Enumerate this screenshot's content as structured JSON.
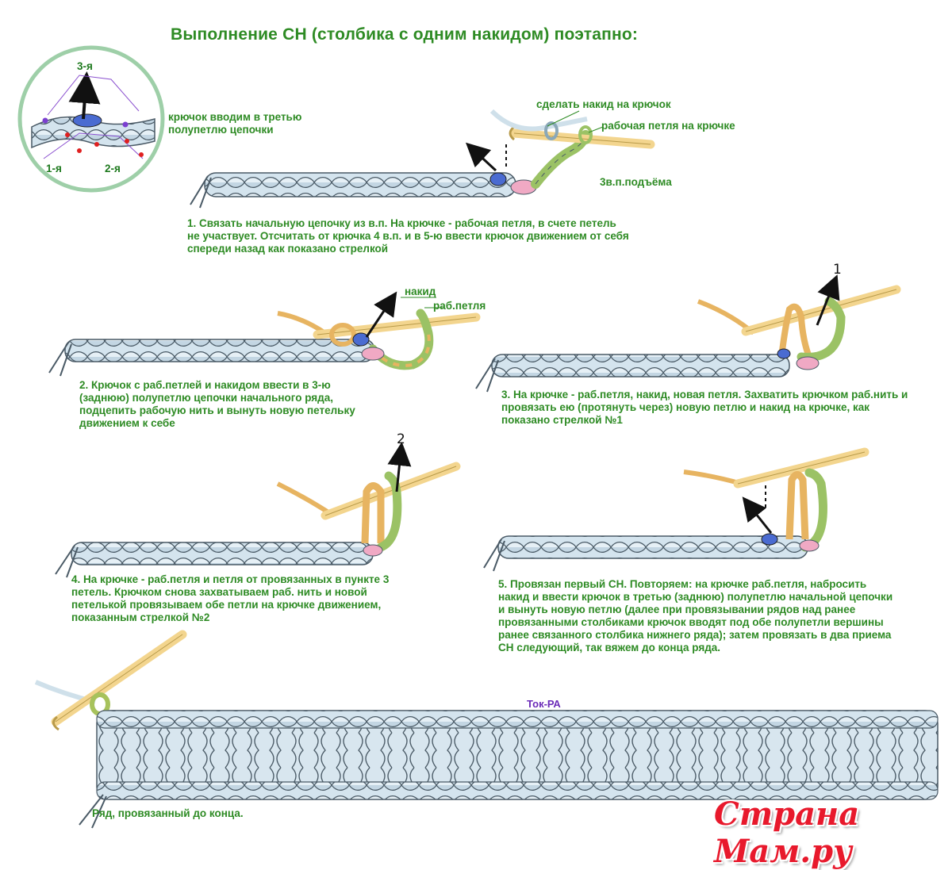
{
  "title": "Выполнение СН (столбика с одним накидом) поэтапно:",
  "inset": {
    "label_third": "3-я",
    "label_first": "1-я",
    "label_second": "2-я",
    "caption": "крючок вводим в третью полупетлю цепочки"
  },
  "step1": {
    "label_yarn_over": "сделать накид на крючок",
    "label_working_loop": "рабочая петля на крючке",
    "label_turning_ch": "3в.п.подъёма",
    "text": "1. Связать начальную цепочку из в.п.  На крючке - рабочая петля, в счете петель не участвует. Отсчитать от крючка 4 в.п.  и в 5-ю ввести крючок движением от себя спереди назад как показано стрелкой"
  },
  "step2": {
    "label_yarn_over": "накид",
    "label_working_loop": "раб.петля",
    "text": "2. Крючок с раб.петлей и накидом ввести в 3-ю (заднюю) полупетлю цепочки начального ряда, подцепить рабочую нить и вынуть новую  петельку движением к себе"
  },
  "step3": {
    "arrow_number": "1",
    "text": "3. На крючке - раб.петля, накид, новая петля.  Захватить крючком раб.нить  и провязать ею (протянуть через) новую петлю и накид на крючке, как показано стрелкой №1"
  },
  "step4": {
    "arrow_number": "2",
    "text": "4. На крючке - раб.петля и петля от провязанных в пункте 3 петель. Крючком снова захватываем раб. нить и новой петелькой провязываем  обе петли на крючке движением, показанным стрелкой №2"
  },
  "step5": {
    "text": "5. Провязан первый СН.  Повторяем: на крючке раб.петля, набросить накид и ввести крючок в третью (заднюю) полупетлю начальной цепочки и вынуть новую петлю  (далее при провязывании рядов над ранее провязанными столбиками крючок вводят под обе полупетли вершины ранее связанного столбика нижнего ряда); затем провязать в два приема СН следующий, так вяжем до конца ряда."
  },
  "final": {
    "text": "Ряд, провязанный до конца."
  },
  "author": "Ток-РА",
  "watermark": "Страна Мам.ру",
  "colors": {
    "text_green": "#2e8b24",
    "yarn_light": "#c9dde8",
    "yarn_outline": "#4a5a66",
    "hook": "#f3d58e",
    "loop_green": "#9bc265",
    "loop_orange": "#e7b461",
    "loop_pink": "#f0a9c4",
    "loop_blue": "#4a6bd1",
    "author": "#6b2bb8",
    "logo": "#e8192c"
  }
}
